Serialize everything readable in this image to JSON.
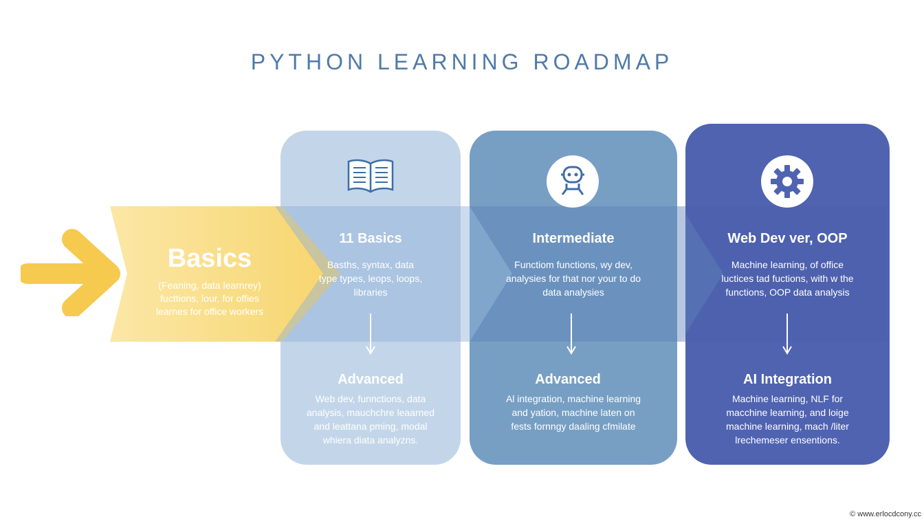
{
  "title": "PYTHON LEARNING ROADMAP",
  "intro": {
    "heading": "Basics",
    "lines": [
      "(Feaning, data learnrey)",
      "fucttions, lour, for offies",
      "learnes for office workers"
    ]
  },
  "columns": [
    {
      "icon": "book-icon",
      "top_heading": "11 Basics",
      "top_lines": [
        "Basths, syntax, data",
        "type types, leops, loops,",
        "libraries"
      ],
      "bottom_heading": "Advanced",
      "bottom_lines": [
        "Web dev, funnctions, data",
        "analysis, mauchchre leaarned",
        "and leattana pming, modal",
        "whiera diata analyzns."
      ]
    },
    {
      "icon": "robot-icon",
      "top_heading": "Intermediate",
      "top_lines": [
        "Functiom functions, wy dev,",
        "analysies for that nor your to do",
        "data analysies"
      ],
      "bottom_heading": "Advanced",
      "bottom_lines": [
        "Al integration, machine learning",
        "and yation, machine laten on",
        "fests fornngy daaling cfmilate"
      ]
    },
    {
      "icon": "gear-icon",
      "top_heading": "Web Dev ver, OOP",
      "top_lines": [
        "Machine learning, of office",
        "luctices tad fuctions, with w the",
        "functions, OOP data analysis"
      ],
      "bottom_heading": "AI Integration",
      "bottom_lines": [
        "Machine learning, NLF for",
        "macchine learning, and loige",
        "machine learning, mach /liter",
        "lrechemeser ensentions."
      ]
    }
  ],
  "footer": "© www.erlocdcony.cc",
  "colors": {
    "title": "#4f7aa8",
    "yellow": "#f8d56a",
    "card1": "#c3d6e9",
    "card2": "#779fc4",
    "card3": "#4f63b1"
  }
}
